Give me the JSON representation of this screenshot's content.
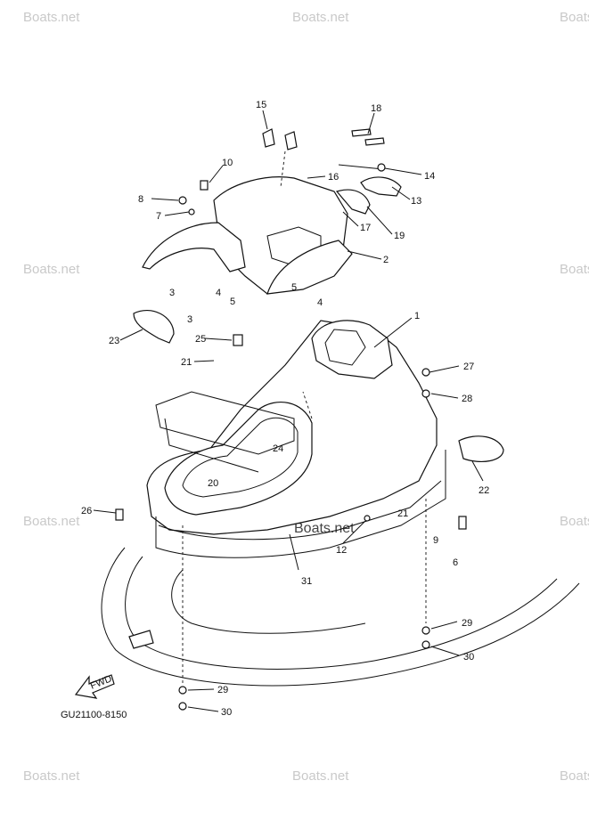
{
  "diagram": {
    "code": "GU21100-8150",
    "fwd_label": "FWD",
    "watermark": "Boats.net",
    "center_watermark": "Boats.net",
    "callouts": [
      "1",
      "2",
      "3",
      "3",
      "4",
      "4",
      "5",
      "5",
      "6",
      "7",
      "8",
      "9",
      "10",
      "12",
      "13",
      "14",
      "15",
      "16",
      "17",
      "18",
      "19",
      "20",
      "21",
      "21",
      "22",
      "23",
      "24",
      "25",
      "26",
      "27",
      "28",
      "29",
      "29",
      "30",
      "30",
      "31"
    ]
  }
}
